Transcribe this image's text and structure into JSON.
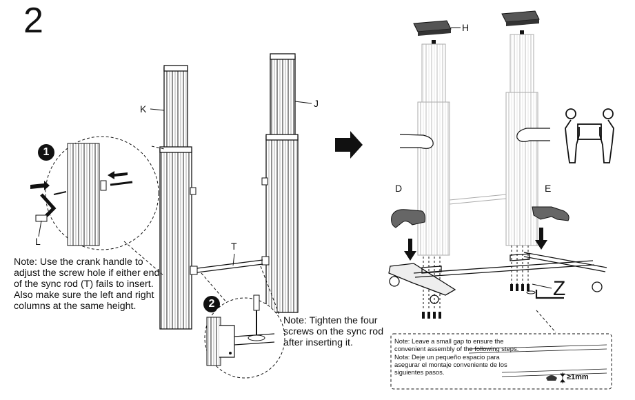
{
  "step_number": "2",
  "labels": {
    "K": "K",
    "J": "J",
    "T": "T",
    "L": "L",
    "H": "H",
    "D": "D",
    "E": "E",
    "Z": "Z"
  },
  "badges": {
    "one": "1",
    "two": "2"
  },
  "notes": {
    "crank": "Note: Use the crank handle to adjust the screw hole if either end of the sync rod (T) fails to insert. Also make sure the left and right columns at the same height.",
    "screws": "Note: Tighten the four screws on the sync rod after inserting it.",
    "gap_en": "Note: Leave a small gap to ensure the convenient assembly of the following steps.",
    "gap_es": "Nota: Deje un pequeño espacio para asegurar el montaje conveniente de los siguientes pasos."
  },
  "gap_measure": "≥1mm"
}
